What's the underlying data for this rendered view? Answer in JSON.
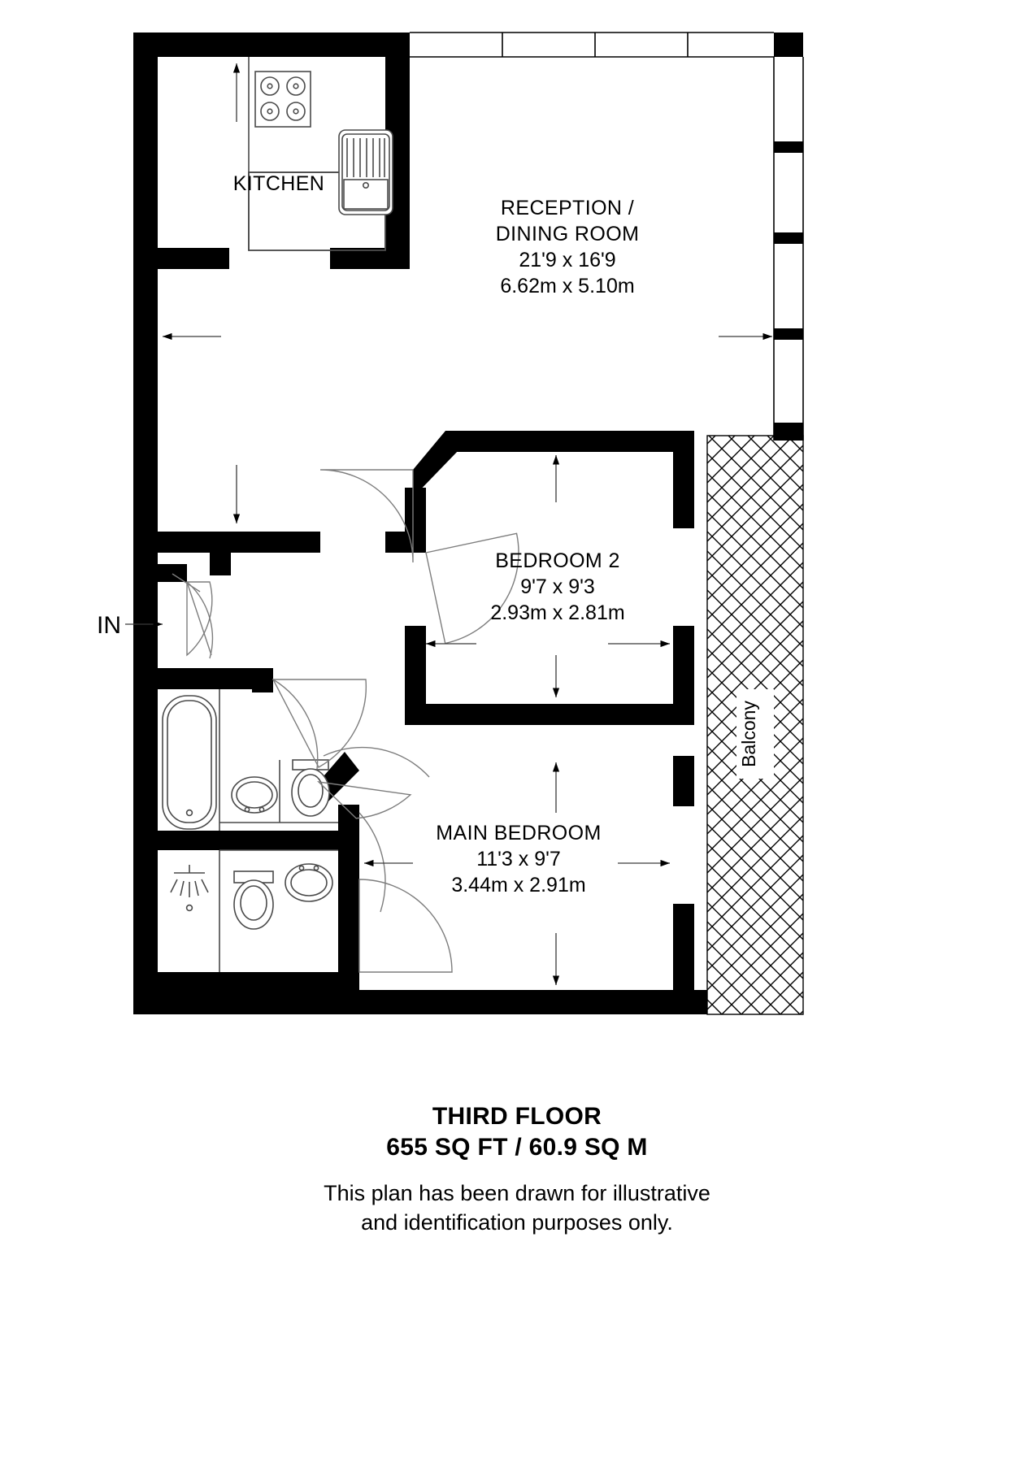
{
  "document": {
    "type": "floor-plan",
    "floor_title": "THIRD FLOOR",
    "floor_area": "655 SQ FT / 60.9 SQ M",
    "disclaimer_line_1": "This plan has been drawn for illustrative",
    "disclaimer_line_2": "and identification purposes only."
  },
  "entrance": {
    "label": "IN"
  },
  "rooms": [
    {
      "key": "kitchen",
      "name": "KITCHEN",
      "imperial": "",
      "metric": ""
    },
    {
      "key": "reception",
      "name_line_1": "RECEPTION /",
      "name_line_2": "DINING ROOM",
      "imperial": "21'9 x 16'9",
      "metric": "6.62m x 5.10m"
    },
    {
      "key": "bedroom2",
      "name": "BEDROOM 2",
      "imperial": "9'7 x 9'3",
      "metric": "2.93m x 2.81m"
    },
    {
      "key": "main_bedroom",
      "name": "MAIN BEDROOM",
      "imperial": "11'3 x 9'7",
      "metric": "3.44m x 2.91m"
    },
    {
      "key": "balcony",
      "name": "Balcony",
      "imperial": "",
      "metric": ""
    }
  ],
  "fixtures": [
    {
      "key": "hob",
      "name": "hob-4-burner"
    },
    {
      "key": "sink",
      "name": "kitchen-sink-with-drainer"
    },
    {
      "key": "bath",
      "name": "bathtub"
    },
    {
      "key": "basin_1",
      "name": "wash-basin"
    },
    {
      "key": "wc_1",
      "name": "toilet"
    },
    {
      "key": "shower",
      "name": "shower-head"
    },
    {
      "key": "wc_2",
      "name": "toilet"
    },
    {
      "key": "basin_2",
      "name": "wash-basin"
    }
  ],
  "colors": {
    "wall": "#000000",
    "background": "#ffffff",
    "fixture_stroke": "#4a4a4a",
    "door_swing": "#7d7d7d",
    "text": "#000000"
  }
}
